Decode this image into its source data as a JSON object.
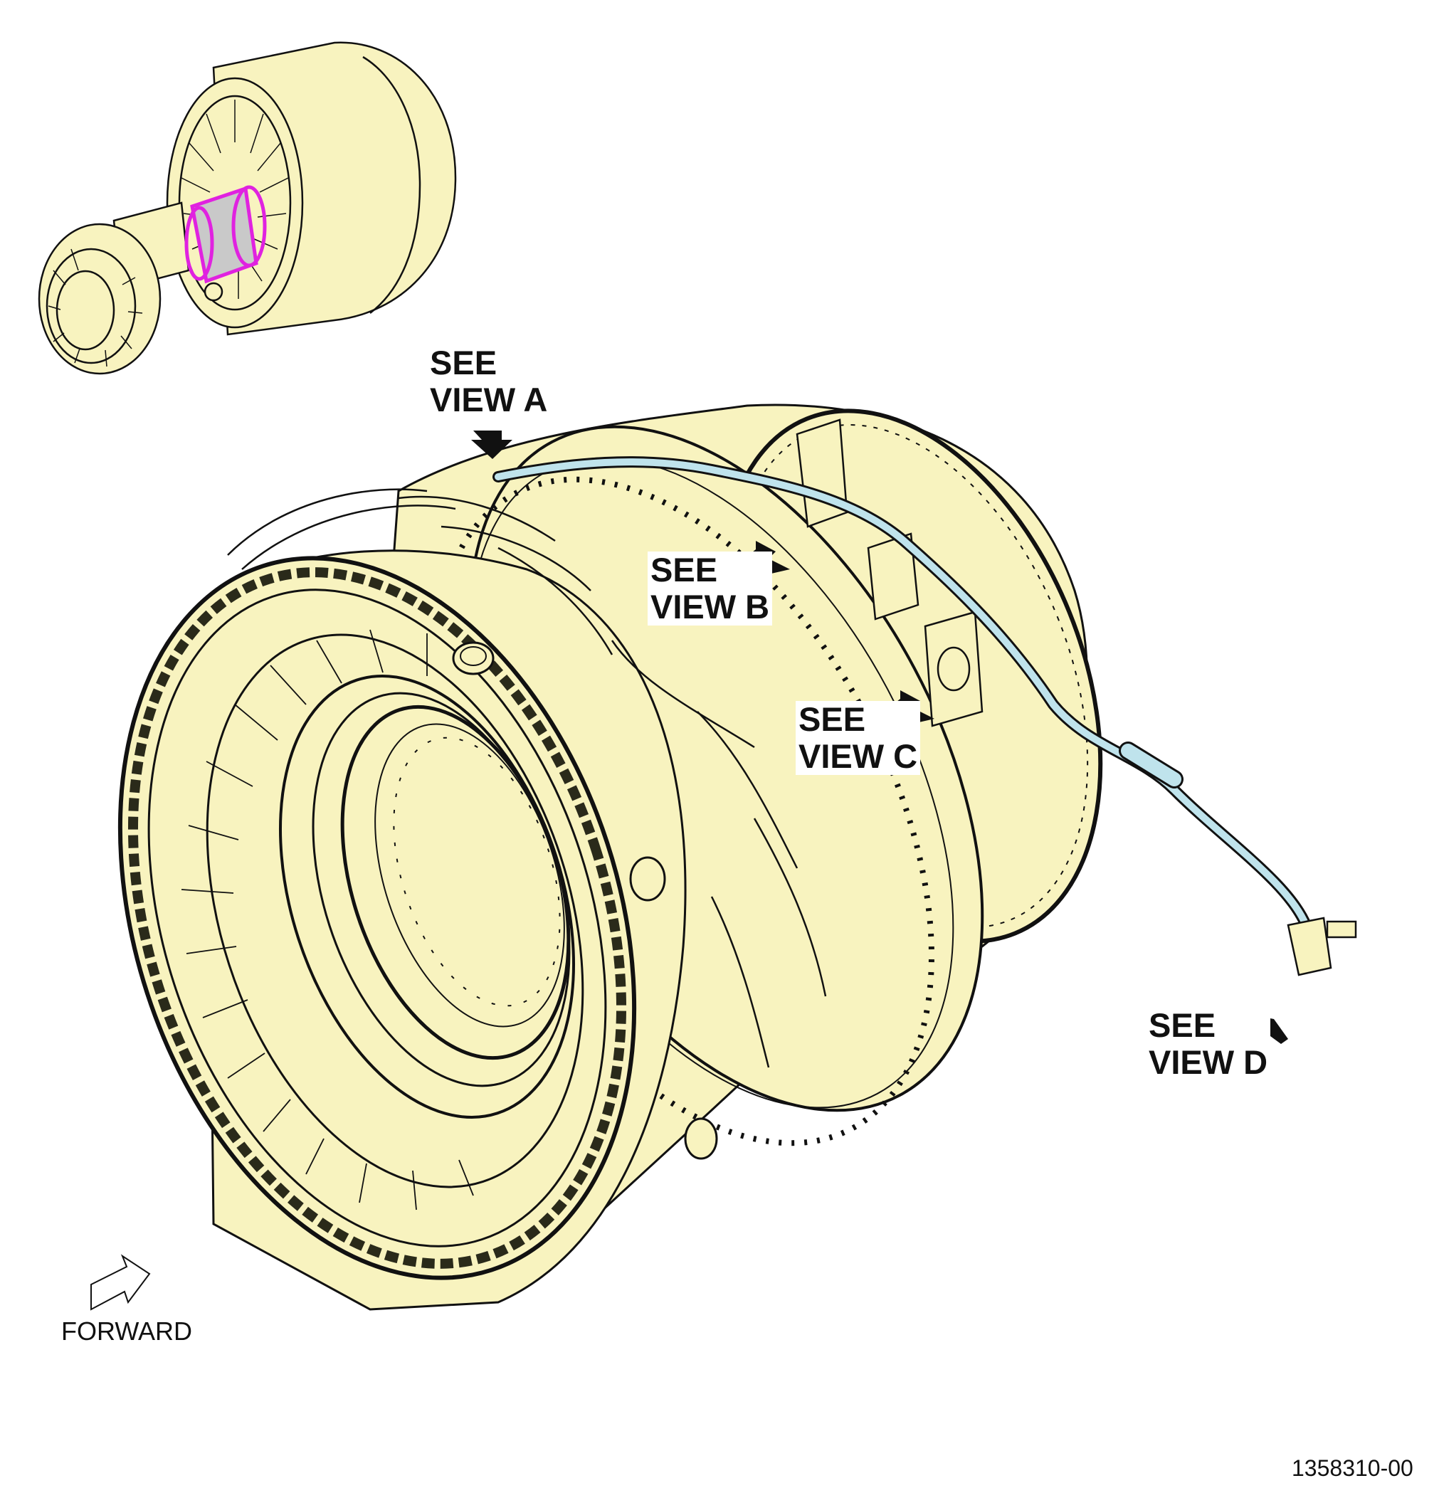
{
  "colors": {
    "part_fill": "#f8f3bf",
    "outline": "#111111",
    "highlight_part": "#e022e0",
    "highlight_fill": "#c9c9c9",
    "tube": "#bfe3ec",
    "dark_band": "#2a2a1a"
  },
  "callouts": {
    "view_a": {
      "line1": "SEE",
      "line2": "VIEW A"
    },
    "view_b": {
      "line1": "SEE",
      "line2": "VIEW B"
    },
    "view_c": {
      "line1": "SEE",
      "line2": "VIEW C"
    },
    "view_d": {
      "line1": "SEE",
      "line2": "VIEW D"
    }
  },
  "forward_label": "FORWARD",
  "figure_number": "1358310-00",
  "icons": [
    "arrow-pointer-icon",
    "forward-arrow-icon"
  ]
}
